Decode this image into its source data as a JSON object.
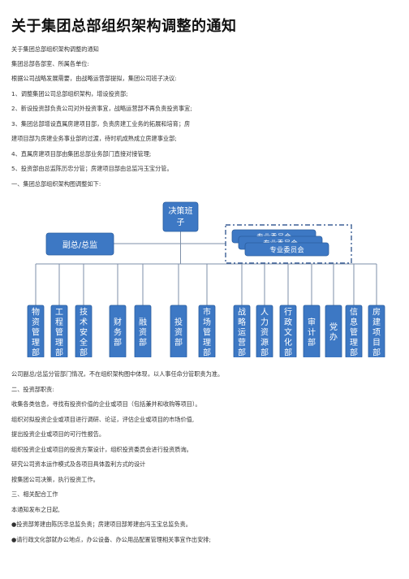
{
  "title": "关于集团总部组织架构调整的通知",
  "paragraphs_top": [
    "关于集团总部组织架构调整的通知",
    "集团总部各部室、所属各单位:",
    "根据公司战略发展需要，由战略运营部提拟，集团公司班子决议:",
    "1、调整集团公司总部组织架构，增设投资部;",
    "2、新设投资部负责公司对外投资事宜，战略运营部不再负责投资事宜;",
    "3、集团总部增设直属房建项目部，负责房建工业务的拓展和培育；房",
    "建项目部为房建业务事业部的过渡，待时机成熟成立房建事业部;",
    "4、直属房建项目部由集团总部业务部门直接对接管理;",
    "5、投资部由总监陈历忠分管；房建项目部由总监冯玉宝分管。",
    "一、集团总部组织架构图调整如下:"
  ],
  "org": {
    "top": "决策班子",
    "vice": "副总/总监",
    "committees": [
      "专业委员会",
      "专业委员会",
      "专业委员会"
    ],
    "departments": [
      "物资管理部",
      "工程管理部",
      "技术安全部",
      "财务部",
      "融资部",
      "投资部",
      "市场管理部",
      "战略运营部",
      "人力资源部",
      "行政文化部",
      "审计部",
      "党办",
      "信息管理部",
      "房建项目部"
    ],
    "colors": {
      "box": "#3d78c4",
      "border": "#2a5d9e",
      "line": "#7d8fa8",
      "dash": "#3b5f95"
    }
  },
  "paragraphs_bottom": [
    "公司副总/总监分管部门情况，不在组织架构图中体现，以人事任命分管职责为准。",
    "二、投资部职责:",
    "收集各类信息，寻找有投资价值的企业或项目（包括兼并和收购等项目）。",
    "组织对拟投资企业或项目进行调研、论证，评估企业或项目的市场价值,",
    "提出投资企业或项目的可行性报告。",
    "组织投资企业或项目的投资方案设计，组织投资委员会进行投资质询。",
    "研究公司资本运作模式及各项目具体盈利方式的设计",
    "按集团公司决策，执行投资工作。",
    "三、相关配合工作",
    "本通知发布之日起,",
    "●投资部筹建由陈历忠总监负责；房建项目部筹建由冯玉宝总监负责。",
    "●请行政文化部就办公地点，办公设备、办公用品配置管理相关事宜作出安排;"
  ]
}
